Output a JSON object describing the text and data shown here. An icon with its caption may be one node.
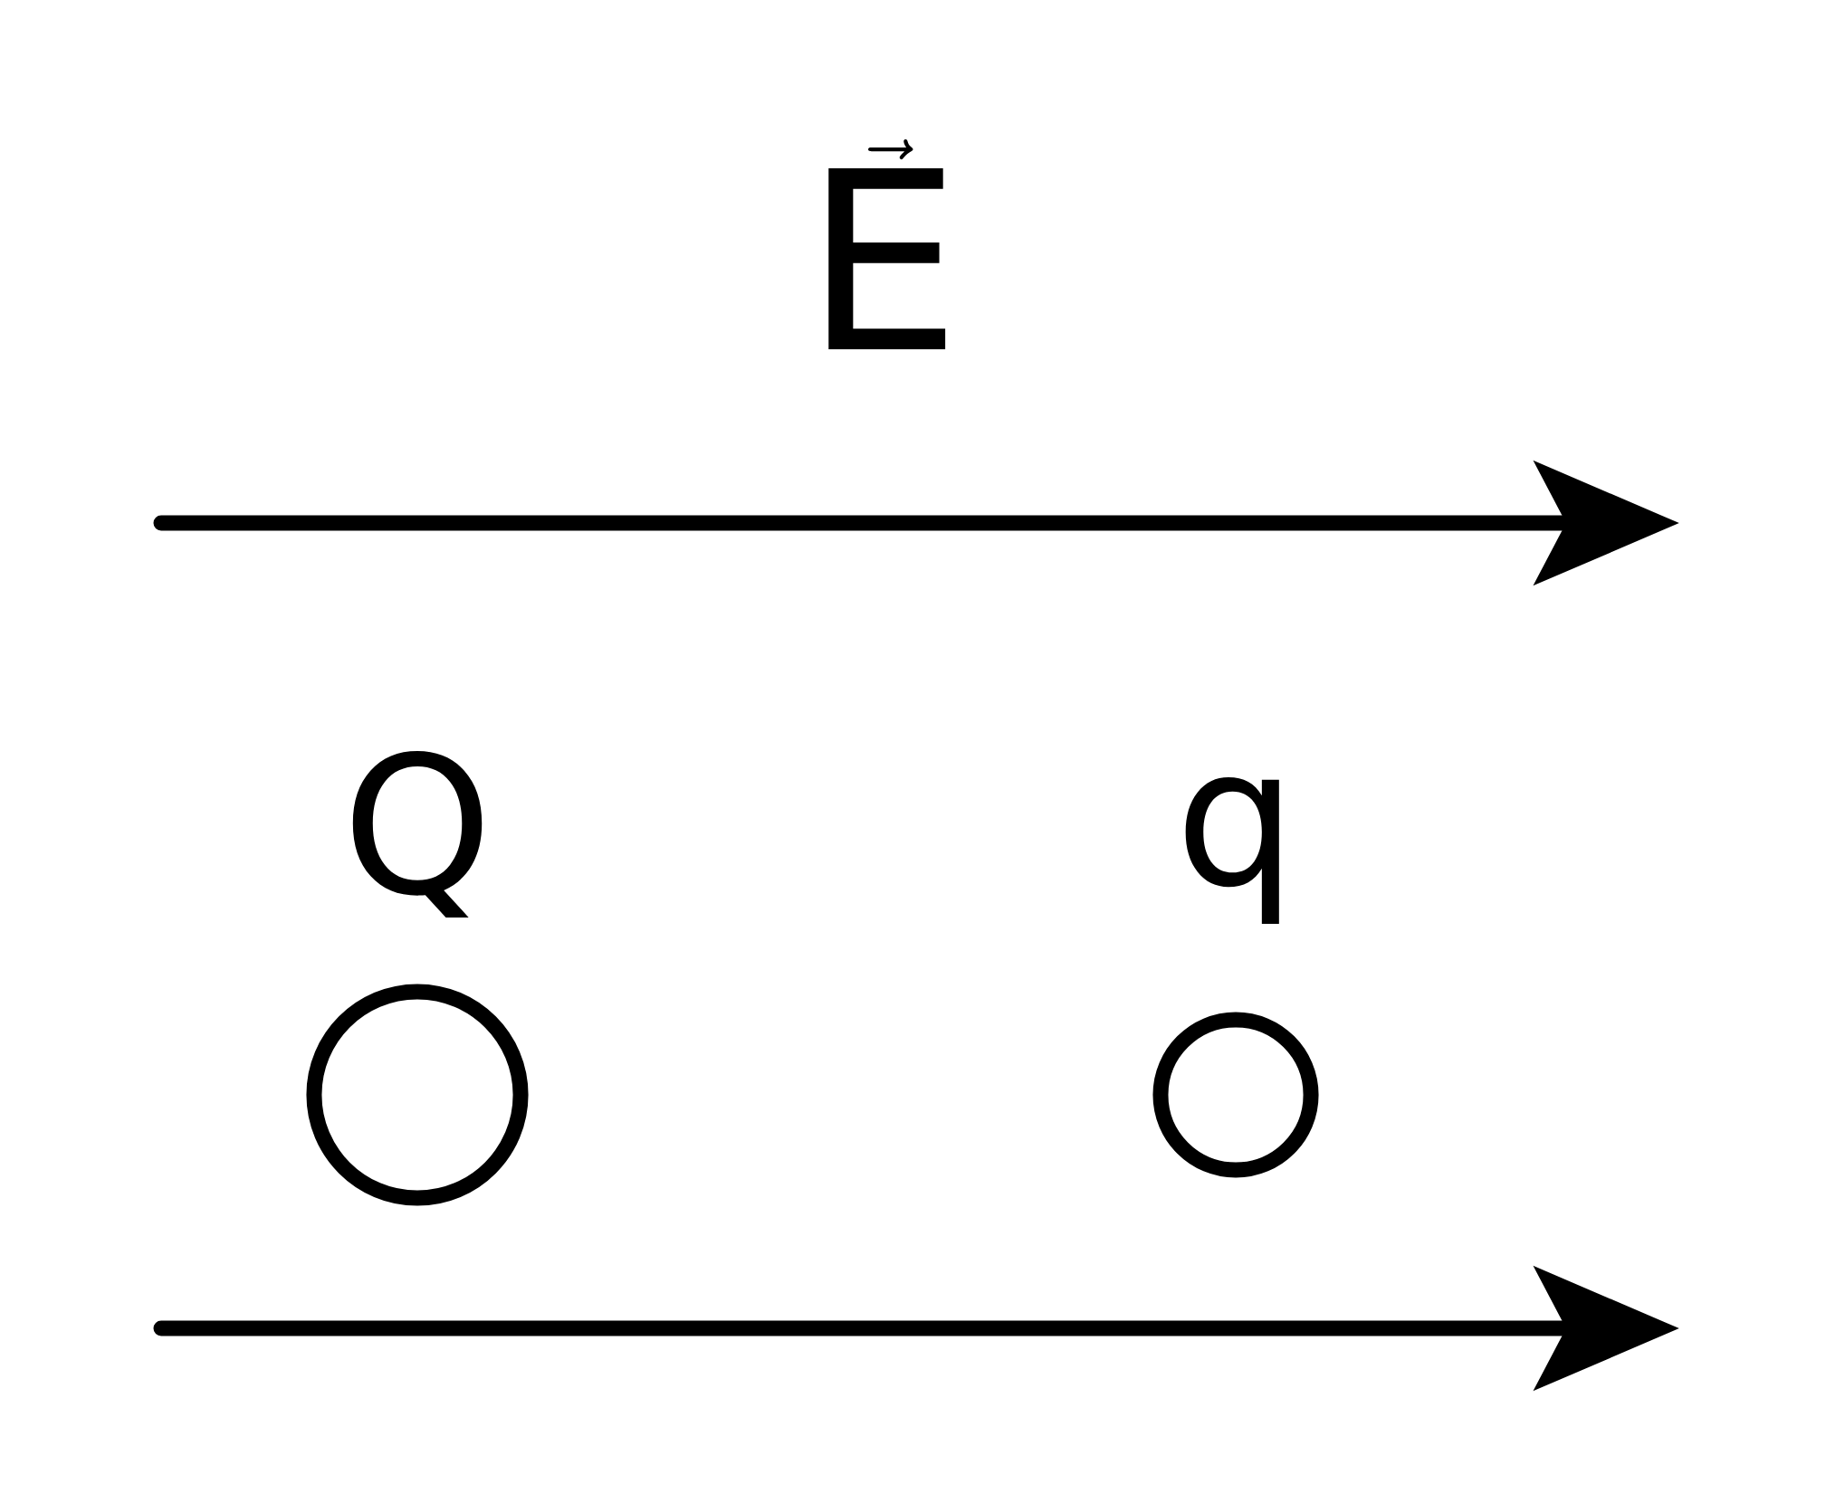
{
  "diagram": {
    "nodes": [
      {
        "text": [],
        "shape": "circle",
        "beside": [
          "Q"
        ]
      },
      {
        "text": [],
        "shape": "circle",
        "beside": [
          "q"
        ]
      }
    ],
    "labels": [
      "\\vec{\\mathsf{E}}"
    ]
  }
}
